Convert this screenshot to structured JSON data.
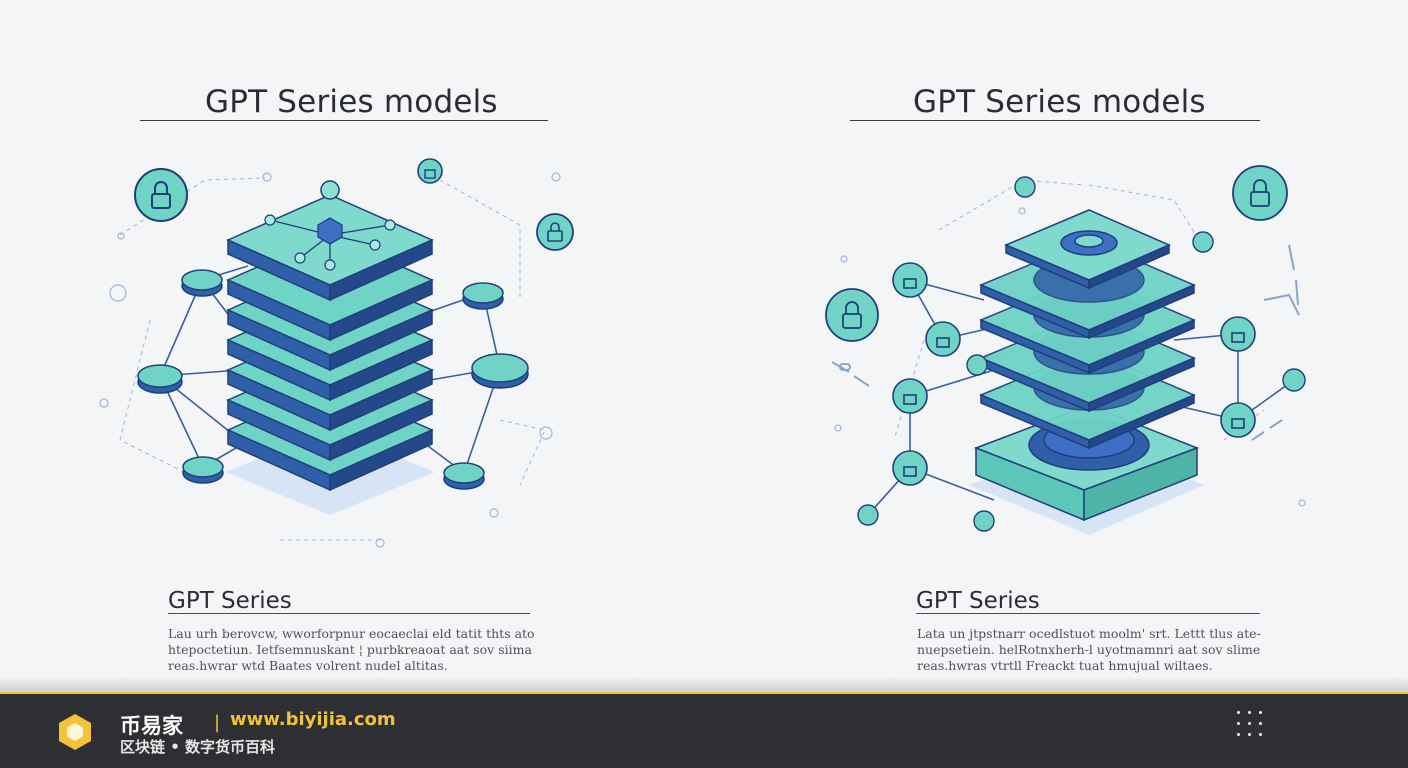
{
  "left": {
    "title": "GPT Series models",
    "subtitle": "GPT Series",
    "desc_lines": [
      "Lau  urh  berovcw, wworforpnur  eocaeclai  eld   tatit   thts  ato-",
      "htepoctetiun.   Ietfsemnuskant  ¦ purbkreaoat  aat   sov   siima",
      "reas.hwrar  wtd Baates volrent  nudel altitas."
    ]
  },
  "right": {
    "title": "GPT Series models",
    "subtitle": "GPT Series",
    "desc_lines": [
      "Lata  un  jtpstnarr  ocedlstuot  moolm'  srt.  Lettt   tlus  ate-",
      "nuepsetiein.   helRotnxherh-l  uyotmamnri  aat   sov   slime",
      "reas.hwras  vtrtll Freackt tuat  hmujual  wiltaes."
    ]
  },
  "footer": {
    "brand": "币易家",
    "separator": "|",
    "url": "www.biyijia.com",
    "tagline": "区块链 • 数字货币百科"
  },
  "colors": {
    "teal": "#6fd3c6",
    "blue": "#2f5fa8",
    "navy": "#1f3f7a",
    "accent_yellow": "#f2c23a",
    "footer_bg": "#2d2f33"
  },
  "icons": [
    "lock-icon",
    "chain-link-icon",
    "database-stack-icon",
    "logo-hexagon-icon",
    "dots-grid-icon"
  ]
}
